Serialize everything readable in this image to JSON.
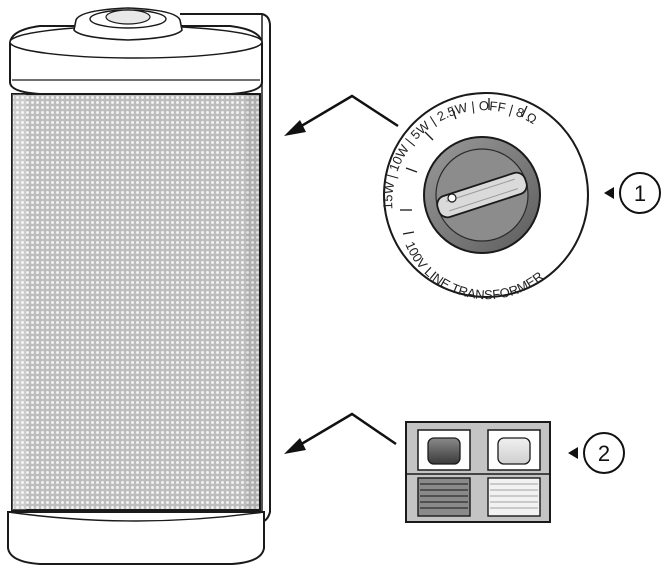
{
  "dial": {
    "settings": [
      "15W",
      "10W",
      "5W",
      "2.5W",
      "OFF",
      "8 Ω"
    ],
    "caption": "100V LINE TRANSFORMER"
  },
  "callouts": {
    "one": "1",
    "two": "2"
  }
}
